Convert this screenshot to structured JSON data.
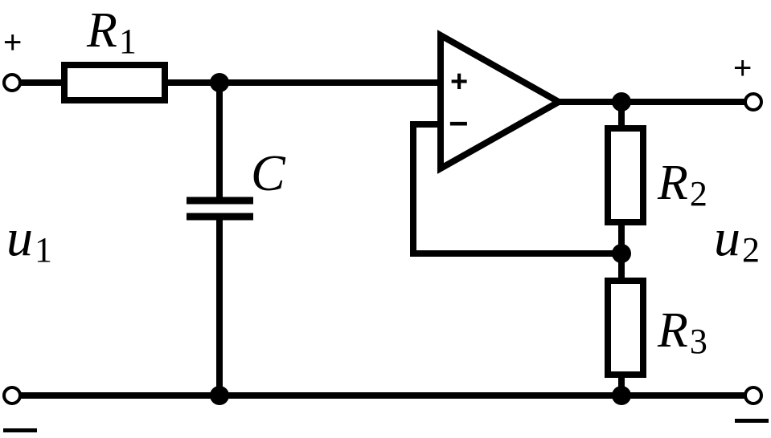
{
  "labels": {
    "r1": {
      "main": "R",
      "sub": "1"
    },
    "r2": {
      "main": "R",
      "sub": "2"
    },
    "r3": {
      "main": "R",
      "sub": "3"
    },
    "c": "C",
    "u1": {
      "main": "u",
      "sub": "1"
    },
    "u2": {
      "main": "u",
      "sub": "2"
    }
  },
  "signs": {
    "in_plus": "+",
    "out_plus": "+",
    "opamp_plus": "+",
    "opamp_minus": "−"
  }
}
